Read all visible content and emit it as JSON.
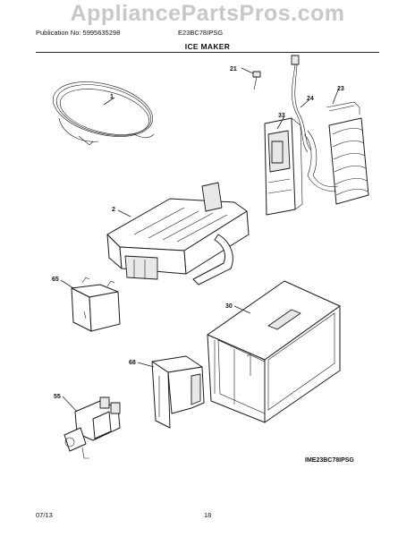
{
  "watermark": "AppliancePartsPros.com",
  "header": {
    "publication": "Publication No: 5995635298",
    "model": "E23BC78IPSG"
  },
  "title": "ICE MAKER",
  "parts": [
    {
      "number": "21",
      "icon": "connector-clip"
    },
    {
      "number": "1",
      "icon": "water-tube-coil"
    },
    {
      "number": "24",
      "icon": "wire-harness"
    },
    {
      "number": "23",
      "icon": "heater-coil"
    },
    {
      "number": "33",
      "icon": "cover-bracket"
    },
    {
      "number": "2",
      "icon": "ice-maker-assembly"
    },
    {
      "number": "65",
      "icon": "cover-box"
    },
    {
      "number": "30",
      "icon": "ice-bucket"
    },
    {
      "number": "68",
      "icon": "chute-cover"
    },
    {
      "number": "55",
      "icon": "water-valve"
    }
  ],
  "diagram_code": "IME23BC78IPSG",
  "footer": {
    "date": "07/13",
    "page": "18"
  }
}
